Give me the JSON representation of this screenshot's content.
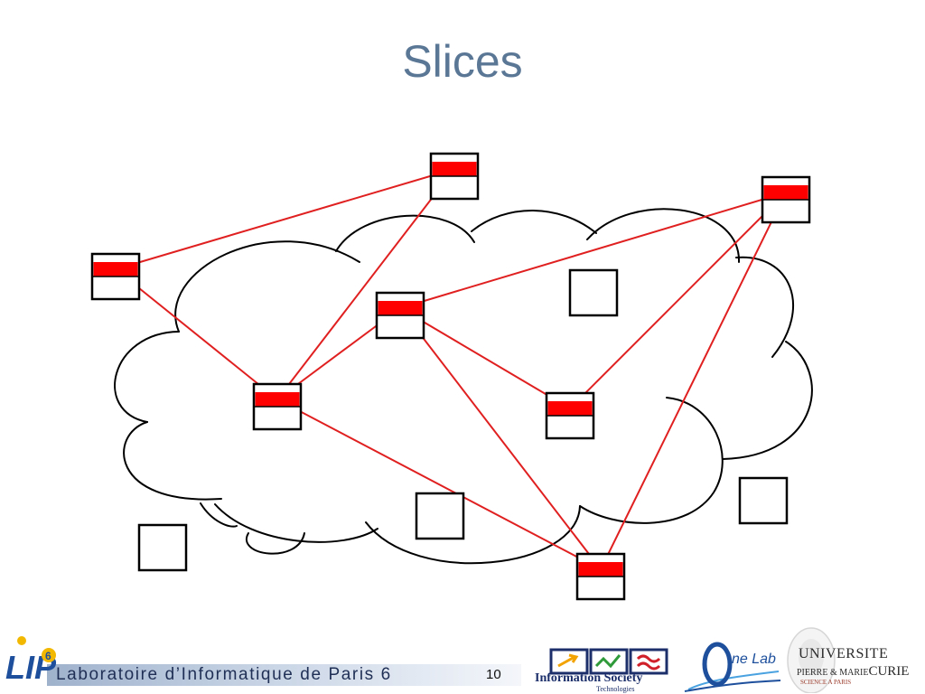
{
  "slide": {
    "title": "Slices",
    "page_number": "10"
  },
  "footer": {
    "lab_name": "Laboratoire d’Informatique de Paris 6",
    "ist_logo": {
      "name": "Information Society",
      "subtitle": "Technologies"
    },
    "onelab_logo": {
      "text": "ne Lab"
    },
    "upmc_logo": {
      "line1": "UNIVERSITE",
      "line2_small": "PIERRE & MARIE",
      "line2_big": "CURIE",
      "line3": "SCIENCE A PARIS"
    },
    "lip6_logo": {
      "letters": "LIP",
      "badge": "6"
    }
  },
  "colors": {
    "title": "#5b7796",
    "slice_red": "#ff0000",
    "link_red": "#e02020",
    "outline": "#000000"
  },
  "diagram": {
    "slice_nodes": [
      {
        "id": "n1",
        "slice": true
      },
      {
        "id": "n2",
        "slice": true
      },
      {
        "id": "n3",
        "slice": true
      },
      {
        "id": "n4",
        "slice": true
      },
      {
        "id": "n5",
        "slice": true
      },
      {
        "id": "n6",
        "slice": true
      },
      {
        "id": "n7",
        "slice": true
      }
    ],
    "plain_nodes": [
      {
        "id": "p1"
      },
      {
        "id": "p2"
      },
      {
        "id": "p3"
      },
      {
        "id": "p4"
      }
    ],
    "links": [
      [
        "n1",
        "n2"
      ],
      [
        "n2",
        "n3"
      ],
      [
        "n3",
        "n4"
      ],
      [
        "n4",
        "n5"
      ],
      [
        "n5",
        "n6"
      ],
      [
        "n4",
        "n6"
      ],
      [
        "n4",
        "n7"
      ],
      [
        "n6",
        "n7"
      ],
      [
        "n3",
        "n7"
      ],
      [
        "n3",
        "n1"
      ]
    ]
  }
}
